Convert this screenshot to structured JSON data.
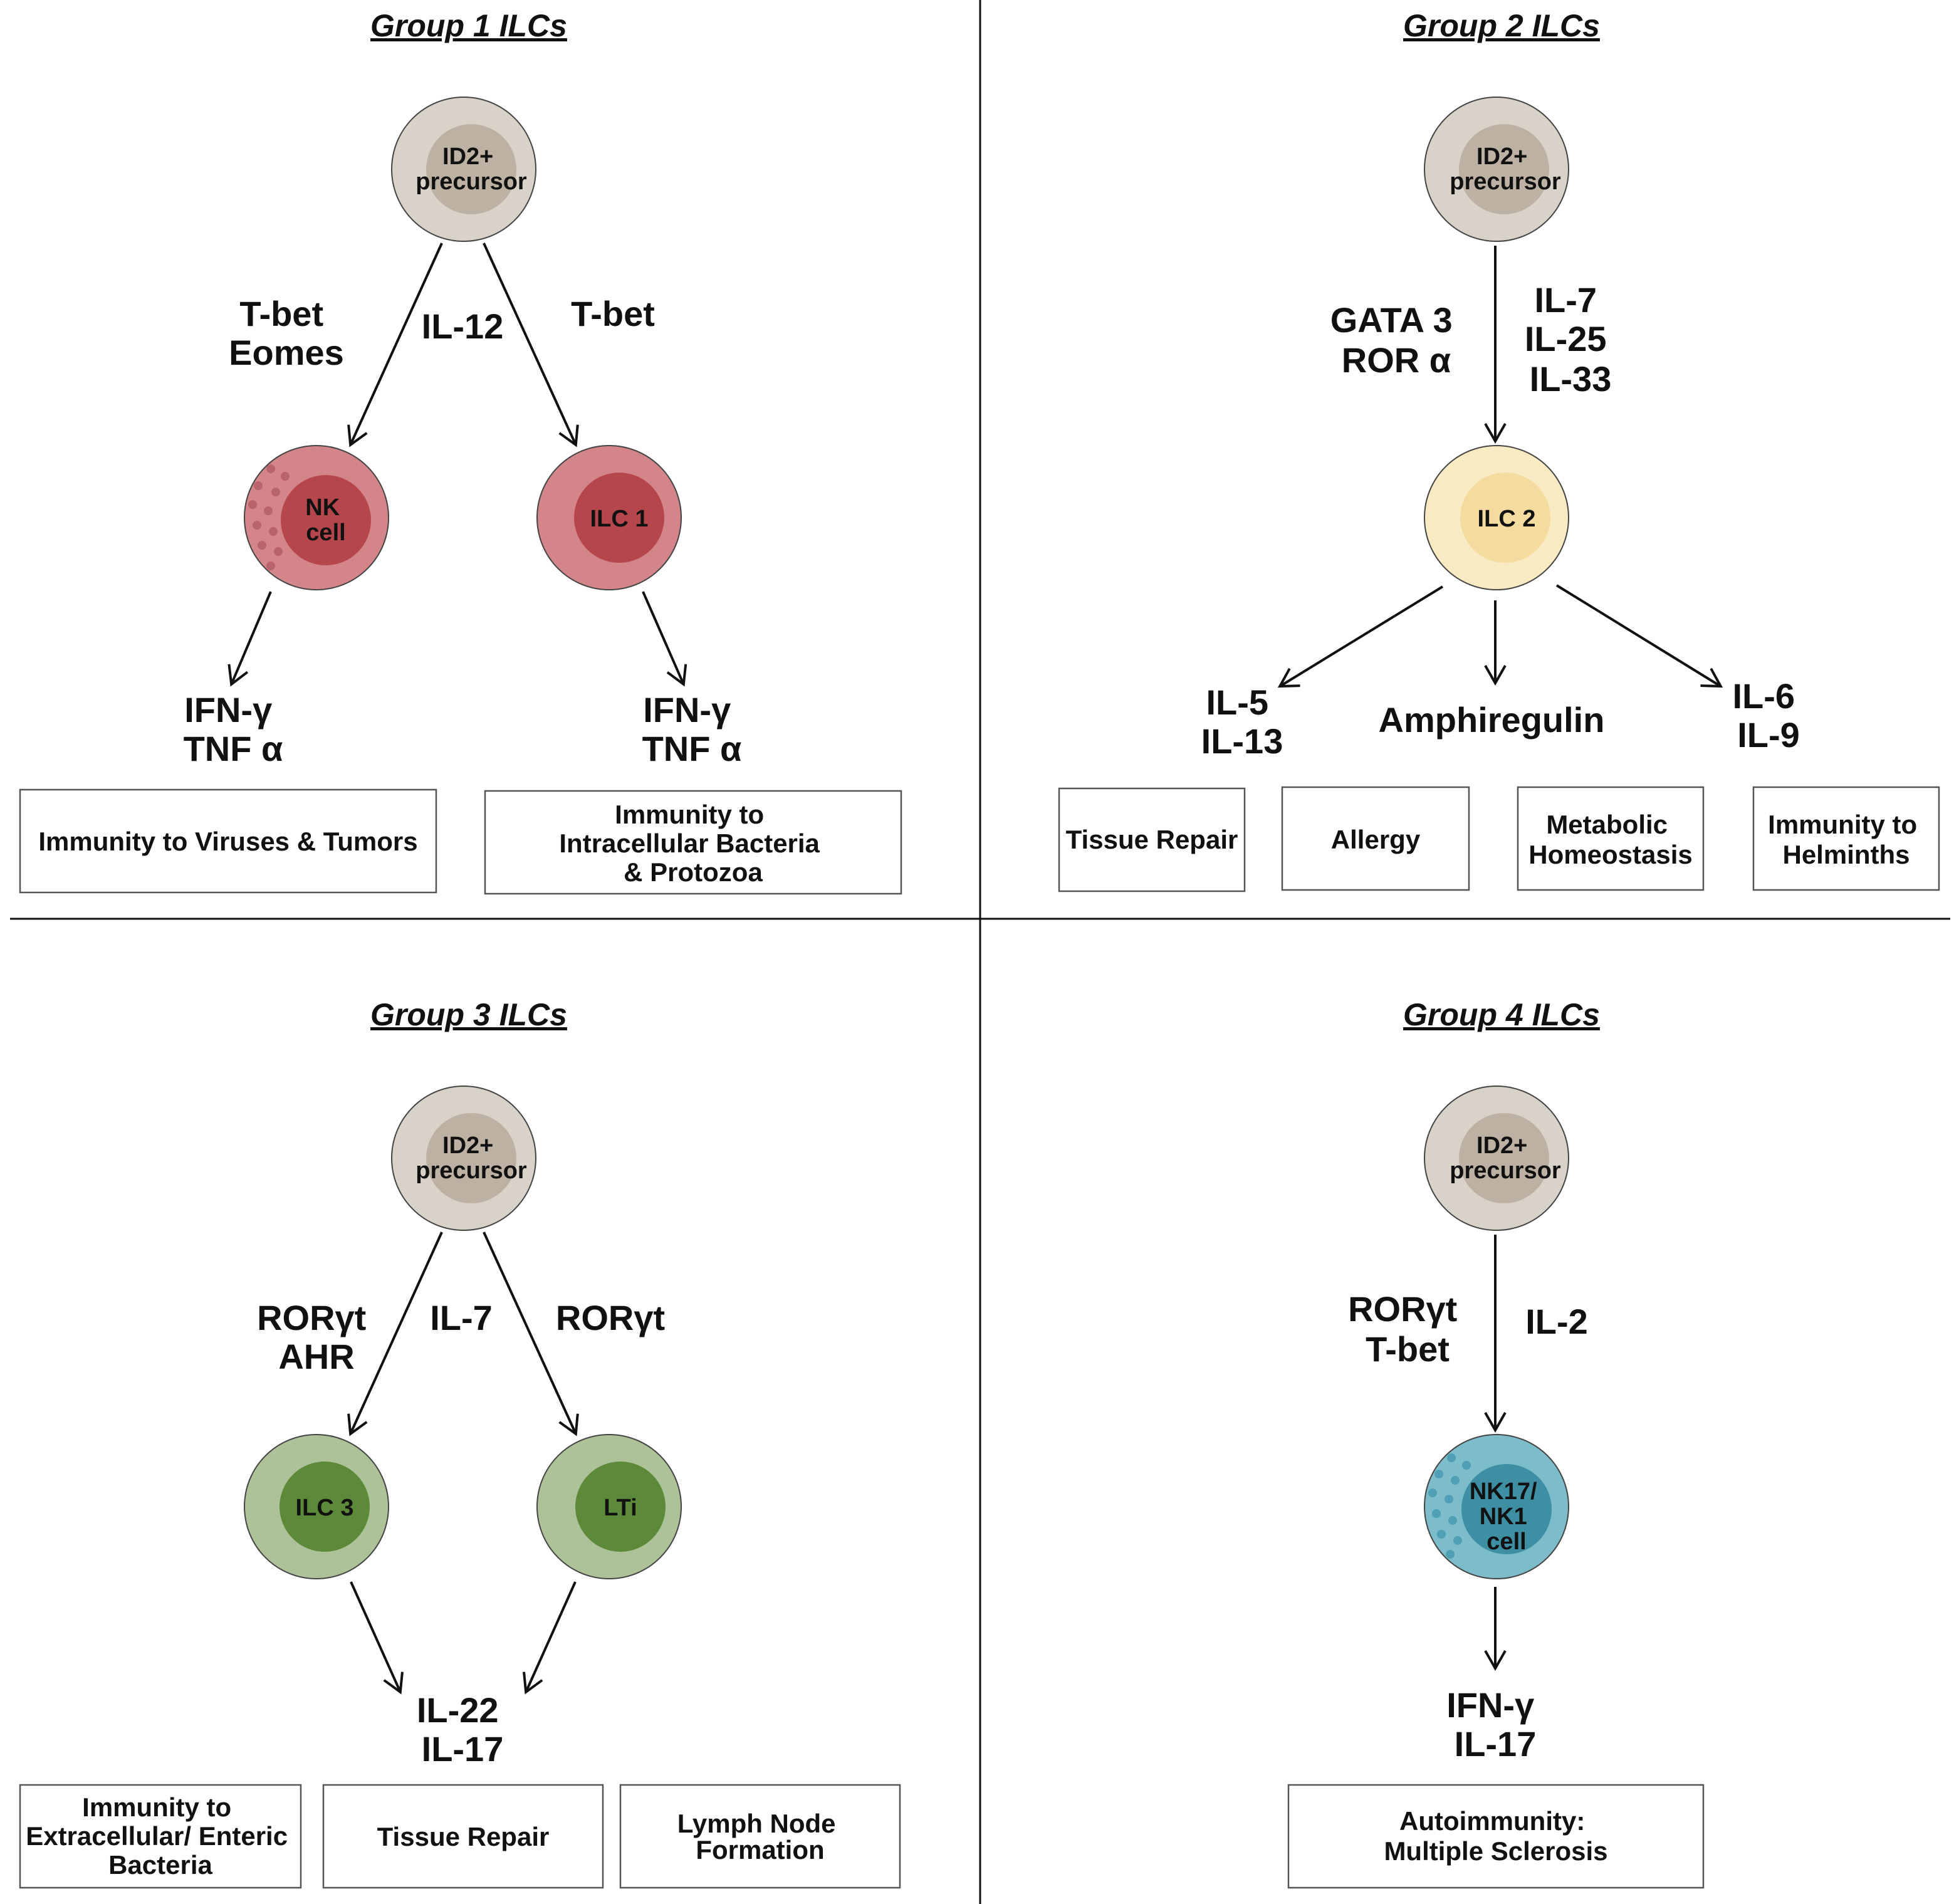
{
  "colors": {
    "precursor_outer": "#d8d2c8",
    "precursor_inner": "#bdb1a3",
    "group1_outer": "#d4858a",
    "group1_inner": "#b5474c",
    "group2_outer": "#f8ebc4",
    "group2_inner": "#f4dca1",
    "group3_outer": "#aec299",
    "group3_inner": "#5c8a3a",
    "group4_outer": "#7dbccb",
    "group4_inner": "#3e8ea4"
  },
  "panels": [
    {
      "title": "Group 1 ILCs",
      "precursor": [
        "ID2+",
        "precursor"
      ],
      "left_factors": [
        "T-bet",
        "Eomes"
      ],
      "center_factors": [
        "IL-12"
      ],
      "right_factors": [
        "T-bet"
      ],
      "cells": [
        {
          "label": [
            "NK",
            "cell"
          ],
          "icon": "granulated-cell-icon"
        },
        {
          "label": [
            "ILC 1"
          ],
          "icon": "cell-icon"
        }
      ],
      "outputs": [
        [
          "IFN-γ",
          "TNF α"
        ],
        [
          "IFN-γ",
          "TNF α"
        ]
      ],
      "functions": [
        [
          "Immunity to Viruses & Tumors"
        ],
        [
          "Immunity to",
          "Intracellular Bacteria",
          "& Protozoa"
        ]
      ]
    },
    {
      "title": "Group 2 ILCs",
      "precursor": [
        "ID2+",
        "precursor"
      ],
      "left_factors": [
        "GATA 3",
        "ROR α"
      ],
      "right_factors": [
        "IL-7",
        "IL-25",
        "IL-33"
      ],
      "cells": [
        {
          "label": [
            "ILC 2"
          ],
          "icon": "cell-icon"
        }
      ],
      "outputs": [
        [
          "IL-5",
          "IL-13"
        ],
        [
          "Amphiregulin"
        ],
        [
          "IL-6",
          "IL-9"
        ]
      ],
      "functions": [
        [
          "Tissue Repair"
        ],
        [
          "Allergy"
        ],
        [
          "Metabolic",
          "Homeostasis"
        ],
        [
          "Immunity to",
          "Helminths"
        ]
      ]
    },
    {
      "title": "Group 3 ILCs",
      "precursor": [
        "ID2+",
        "precursor"
      ],
      "left_factors": [
        "RORγt",
        "AHR"
      ],
      "center_factors": [
        "IL-7"
      ],
      "right_factors": [
        "RORγt"
      ],
      "cells": [
        {
          "label": [
            "ILC 3"
          ],
          "icon": "cell-icon"
        },
        {
          "label": [
            "LTi"
          ],
          "icon": "cell-icon"
        }
      ],
      "outputs": [
        [
          "IL-22",
          "IL-17"
        ]
      ],
      "functions": [
        [
          "Immunity to",
          "Extracellular/ Enteric",
          "Bacteria"
        ],
        [
          "Tissue Repair"
        ],
        [
          "Lymph Node",
          "Formation"
        ]
      ]
    },
    {
      "title": "Group 4 ILCs",
      "precursor": [
        "ID2+",
        "precursor"
      ],
      "left_factors": [
        "RORγt",
        "T-bet"
      ],
      "right_factors": [
        "IL-2"
      ],
      "cells": [
        {
          "label": [
            "NK17/",
            "NK1",
            "cell"
          ],
          "icon": "granulated-cell-icon"
        }
      ],
      "outputs": [
        [
          "IFN-γ",
          "IL-17"
        ]
      ],
      "functions": [
        [
          "Autoimmunity:",
          "Multiple Sclerosis"
        ]
      ]
    }
  ]
}
